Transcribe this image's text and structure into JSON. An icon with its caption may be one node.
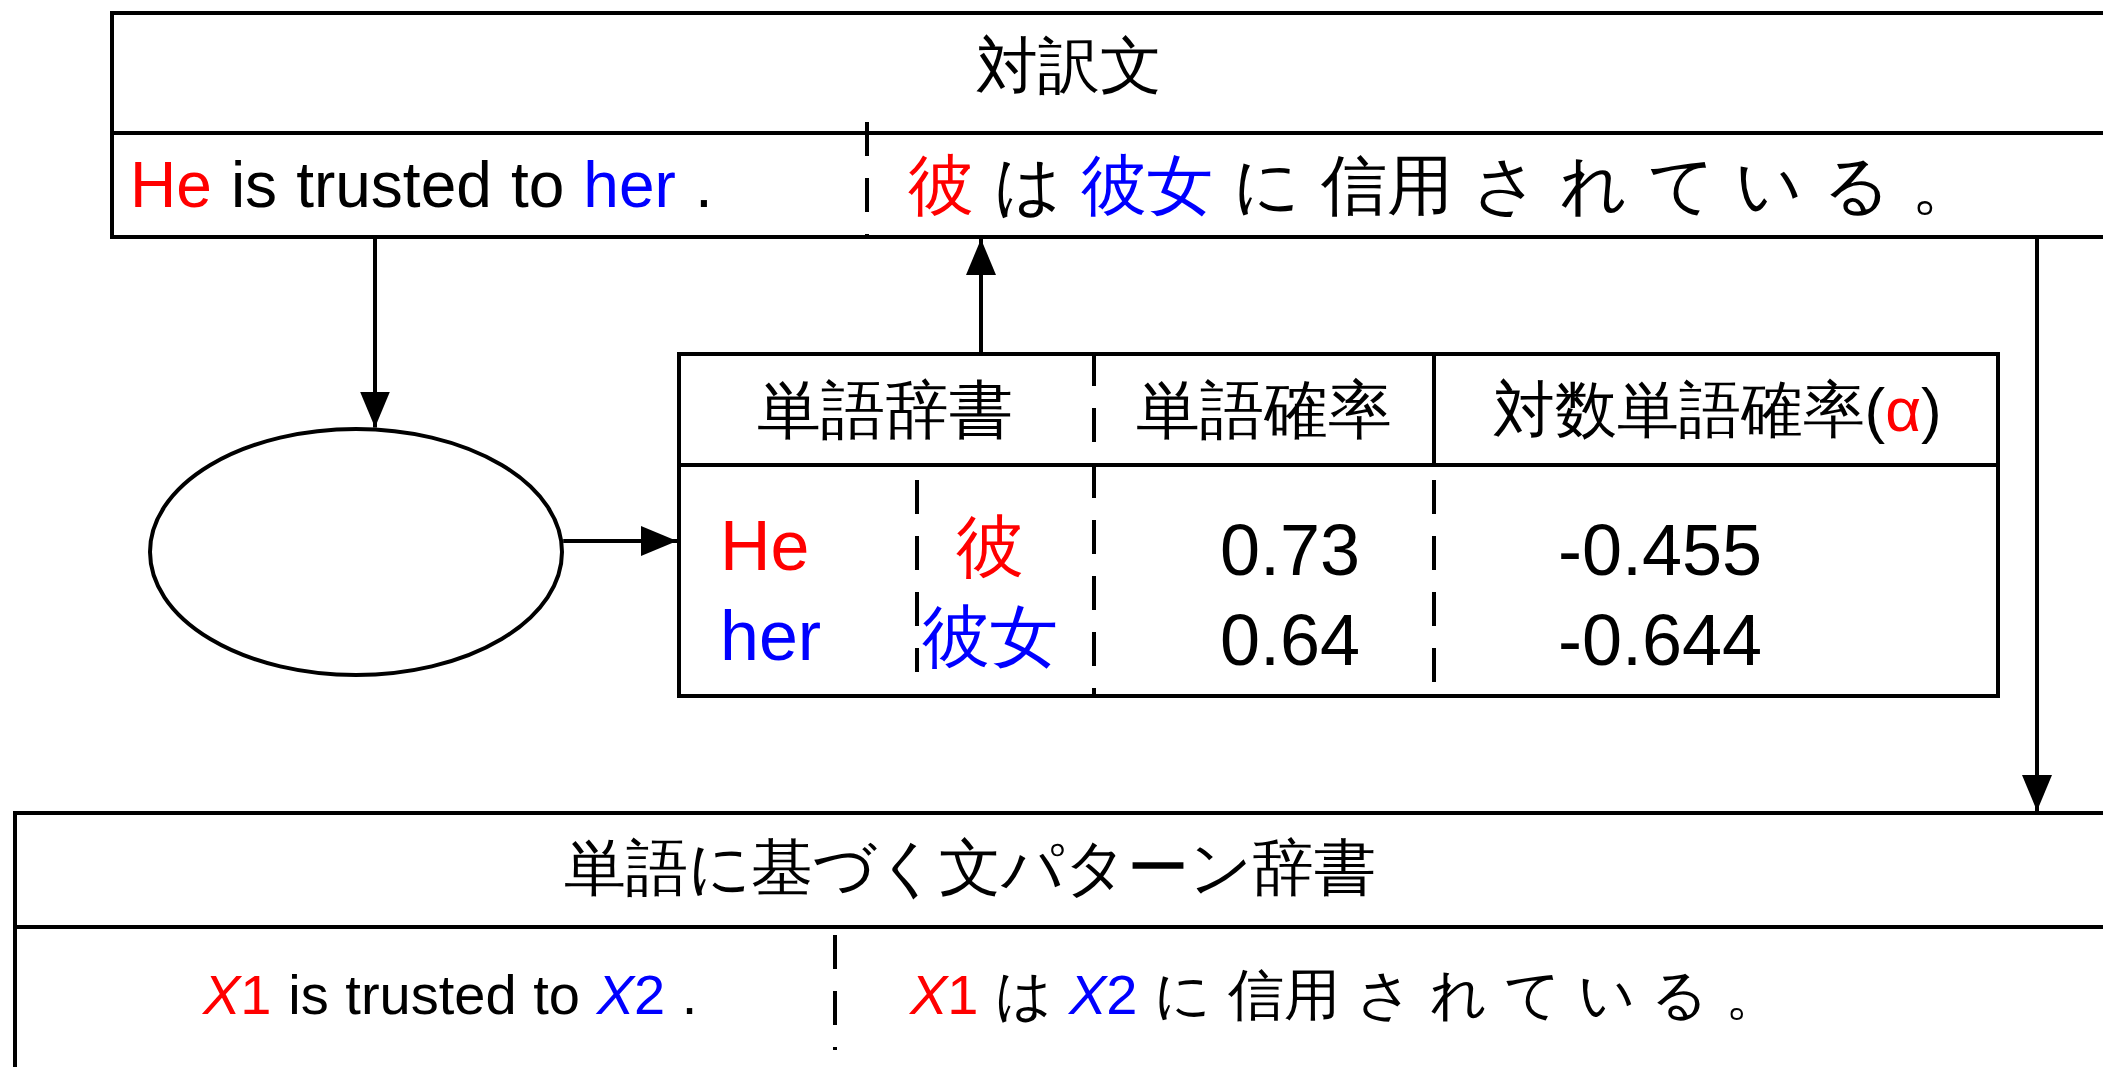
{
  "diagram": {
    "nodes": [
      {
        "text": [
          "対訳文",
          "He is trusted to her .",
          "彼 は 彼女 に 信用 さ れ て い る 。"
        ]
      },
      {
        "text": [],
        "shape": "ellipse"
      },
      {
        "text": [
          "単語辞書",
          "単語確率",
          "対数単語確率(α)",
          "He",
          "彼",
          "0.73",
          "-0.455",
          "her",
          "彼女",
          "0.64",
          "-0.644"
        ]
      },
      {
        "text": [
          "単語に基づく文パターン辞書",
          "X1 is trusted to X2 .",
          "X1 は X2 に 信用 さ れ て い る 。"
        ]
      }
    ],
    "edges": [
      {
        "from": 0,
        "to": 1,
        "arrow": "to"
      },
      {
        "from": 1,
        "to": 2,
        "arrow": "to"
      },
      {
        "from": 2,
        "to": 0,
        "arrow": "to"
      },
      {
        "from": 0,
        "to": 3,
        "arrow": "to"
      }
    ]
  }
}
